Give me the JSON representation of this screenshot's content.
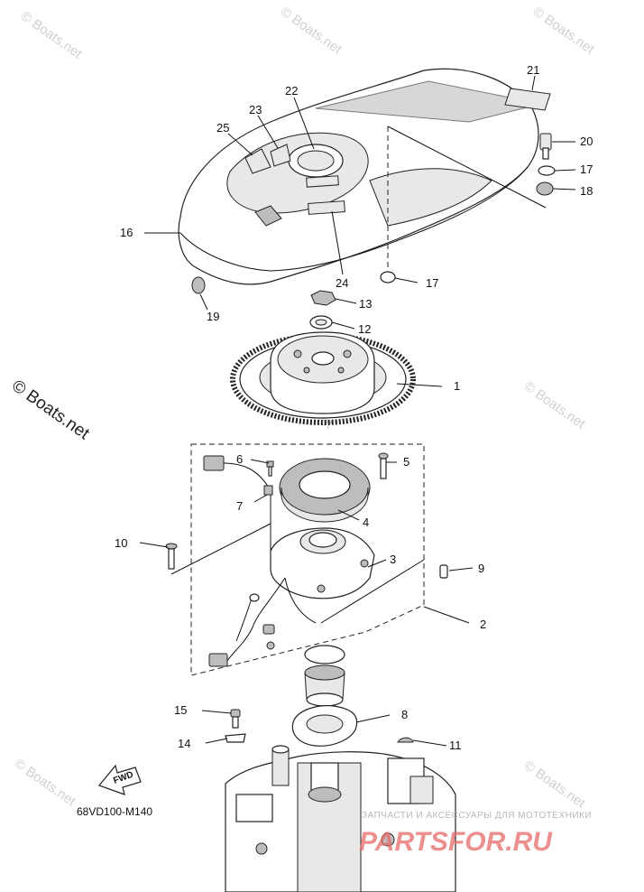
{
  "watermarks": {
    "corner": "© Boats.net",
    "side": "© Boats.net"
  },
  "diagram_ref": "68VD100-M140",
  "fwd_label": "FWD",
  "banner": {
    "tagline": "ЗАПЧАСТИ И АКСЕССУАРЫ ДЛЯ МОТОТЕХНИКИ",
    "brand": "PARTSFOR.RU"
  },
  "callouts": {
    "c1": "1",
    "c2": "2",
    "c3": "3",
    "c4": "4",
    "c5": "5",
    "c6": "6",
    "c7": "7",
    "c8": "8",
    "c9": "9",
    "c10": "10",
    "c11": "11",
    "c12": "12",
    "c13": "13",
    "c14": "14",
    "c15": "15",
    "c16": "16",
    "c17a": "17",
    "c17b": "17",
    "c18": "18",
    "c19": "19",
    "c20": "20",
    "c21": "21",
    "c22": "22",
    "c23": "23",
    "c24": "24",
    "c25": "25"
  }
}
